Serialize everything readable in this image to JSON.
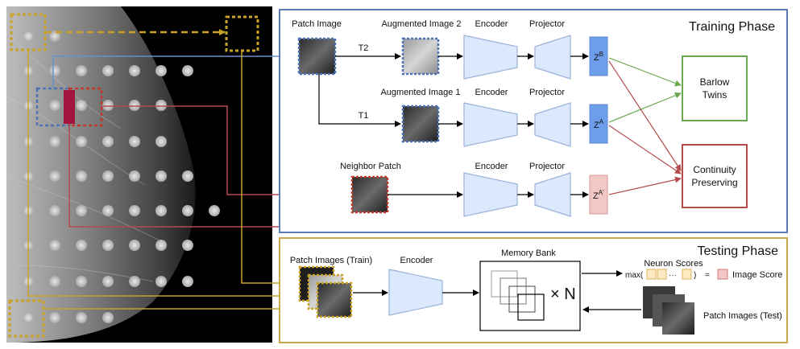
{
  "phases": {
    "training": "Training Phase",
    "testing": "Testing Phase"
  },
  "training": {
    "patch_image": "Patch Image",
    "augmented_2": "Augmented Image 2",
    "augmented_1": "Augmented Image 1",
    "neighbor_patch": "Neighbor Patch",
    "encoder": "Encoder",
    "projector": "Projector",
    "t2": "T2",
    "t1": "T1",
    "z_b": "Z",
    "z_b_sup": "B",
    "z_a": "Z",
    "z_a_sup": "A",
    "z_a_prime": "Z",
    "z_a_prime_sup": "A'",
    "barlow_line1": "Barlow",
    "barlow_line2": "Twins",
    "continuity_line1": "Continuity",
    "continuity_line2": "Preserving"
  },
  "testing": {
    "patch_images_train": "Patch Images (Train)",
    "encoder": "Encoder",
    "memory_bank": "Memory Bank",
    "times_n": "× N",
    "neuron_scores": "Neuron Scores",
    "max_prefix": "max(",
    "ellipsis": "···",
    "max_suffix": ")",
    "equals": "=",
    "image_score": "Image Score",
    "patch_images_test": "Patch Images (Test)"
  },
  "colors": {
    "training_border": "#5b7ab8",
    "testing_border": "#c8a84e",
    "encoder_fill": "#dce8fb",
    "encoder_stroke": "#9ab3dc",
    "z_blue": "#6d9eeb",
    "z_pink": "#f4c7c7",
    "barlow_green": "#6aa84f",
    "continuity_red": "#b44c4c",
    "patch_blue_border": "#4e73b8",
    "patch_red_border": "#c0392b",
    "patch_gold_border": "#c9a227",
    "crimson_patch": "#a3133d"
  }
}
